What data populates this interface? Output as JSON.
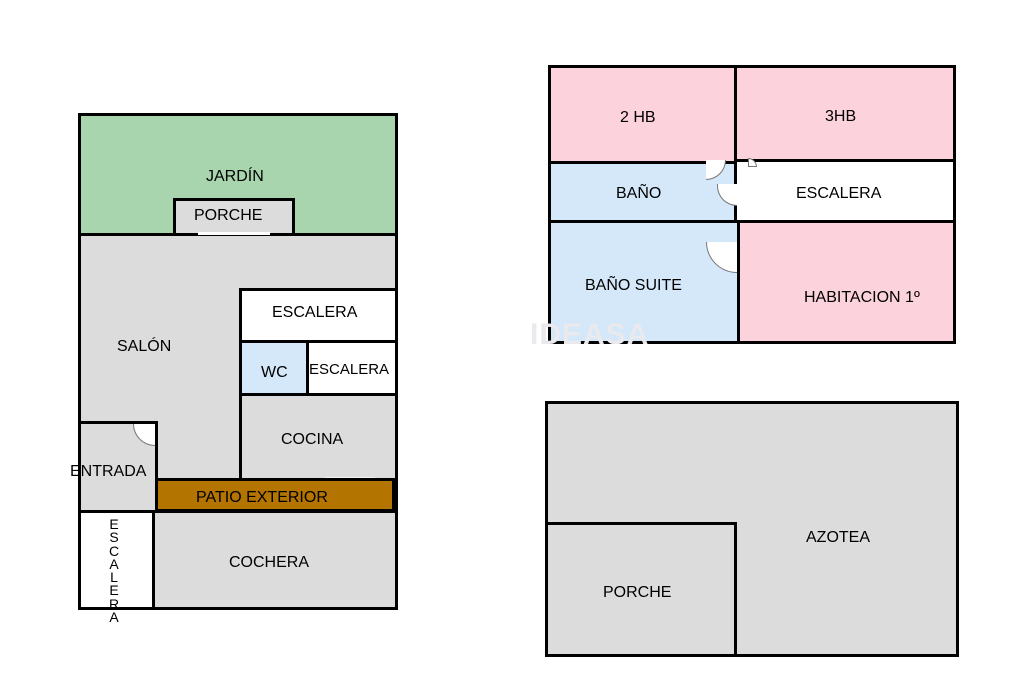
{
  "colors": {
    "garden": "#a8d5ae",
    "interior": "#dcdcdc",
    "white_room": "#ffffff",
    "blue_room": "#d4e8fa",
    "pink_room": "#fcd3dd",
    "patio": "#b37400",
    "wall": "#000000"
  },
  "ground_floor": {
    "jardin": "JARDÍN",
    "porche": "PORCHE",
    "salon": "SALÓN",
    "escalera_1": "ESCALERA",
    "wc": "WC",
    "escalera_2": "ESCALERA",
    "cocina": "COCINA",
    "entrada": "ENTRADA",
    "patio_exterior": "PATIO EXTERIOR",
    "escalera_vertical": "ESCALERA",
    "cochera": "COCHERA"
  },
  "first_floor": {
    "dos_hb": "2 HB",
    "tres_hb": "3HB",
    "bano": "BAÑO",
    "escalera": "ESCALERA",
    "bano_suite": "BAÑO SUITE",
    "habitacion": "HABITACION 1º"
  },
  "roof_floor": {
    "azotea": "AZOTEA",
    "porche": "PORCHE"
  },
  "watermark": "IDEASA"
}
